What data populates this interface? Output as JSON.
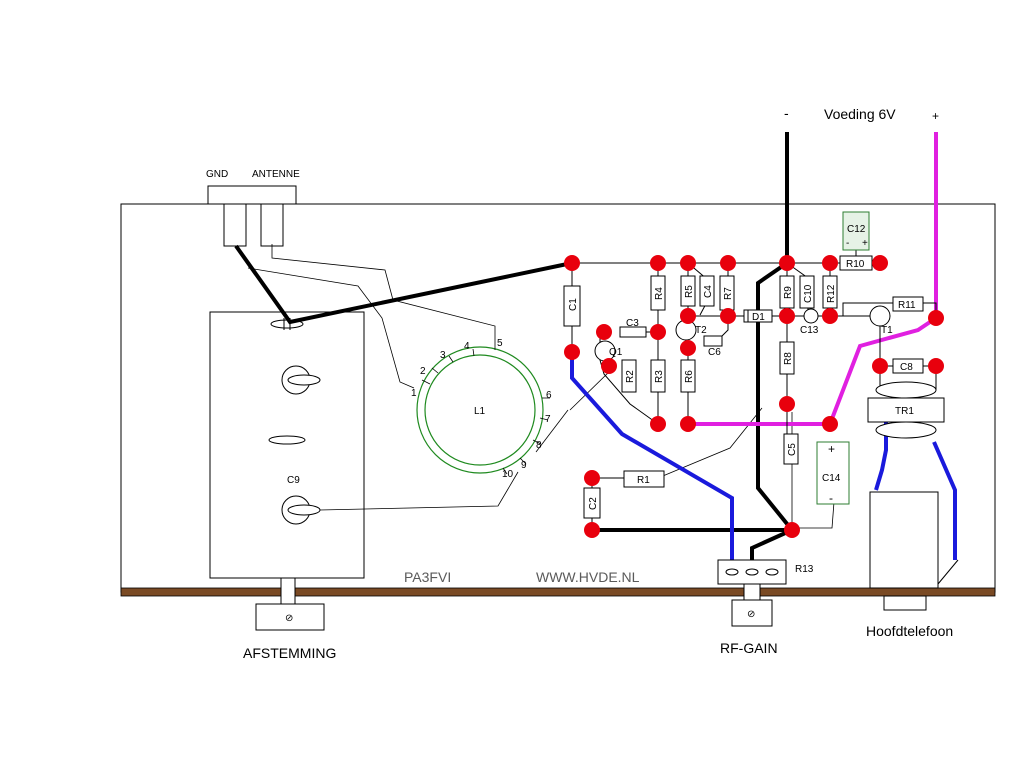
{
  "header": {
    "power_label": "Voeding 6V",
    "minus_sign": "-",
    "plus_sign": "+"
  },
  "connector": {
    "gnd_label": "GND",
    "antenna_label": "ANTENNE"
  },
  "labels": {
    "tuning": "AFSTEMMING",
    "rf_gain": "RF-GAIN",
    "headphones": "Hoofdtelefoon",
    "callsign": "PA3FVI",
    "website": "WWW.HVDE.NL"
  },
  "components": {
    "C1": "C1",
    "C2": "C2",
    "C3": "C3",
    "C4": "C4",
    "C5": "C5",
    "C6": "C6",
    "C8": "C8",
    "C9": "C9",
    "C10": "C10",
    "C12": "C12",
    "C13": "C13",
    "C14": "C14",
    "R1": "R1",
    "R2": "R2",
    "R3": "R3",
    "R4": "R4",
    "R5": "R5",
    "R6": "R6",
    "R7": "R7",
    "R8": "R8",
    "R9": "R9",
    "R10": "R10",
    "R11": "R11",
    "R12": "R12",
    "R13": "R13",
    "Q1": "Q1",
    "T1": "T1",
    "T2": "T2",
    "D1": "D1",
    "TR1": "TR1",
    "L1": "L1"
  },
  "coil_taps": [
    "1",
    "2",
    "3",
    "4",
    "5",
    "6",
    "7",
    "8",
    "9",
    "10"
  ],
  "polarity": {
    "c12_minus": "-",
    "c12_plus": "+",
    "c14_plus": "+",
    "c14_minus": "-"
  },
  "knob_symbol": "⊘",
  "colors": {
    "board": "#ffffff",
    "chassis_bottom": "#7a4a24",
    "pad": "#e8000d",
    "wire_black": "#000000",
    "wire_blue": "#1a1adc",
    "wire_magenta": "#e020e0",
    "coil_green": "#1f8a1f",
    "component_green": "#2e7d32",
    "c12_fill": "#e6f2e6"
  }
}
